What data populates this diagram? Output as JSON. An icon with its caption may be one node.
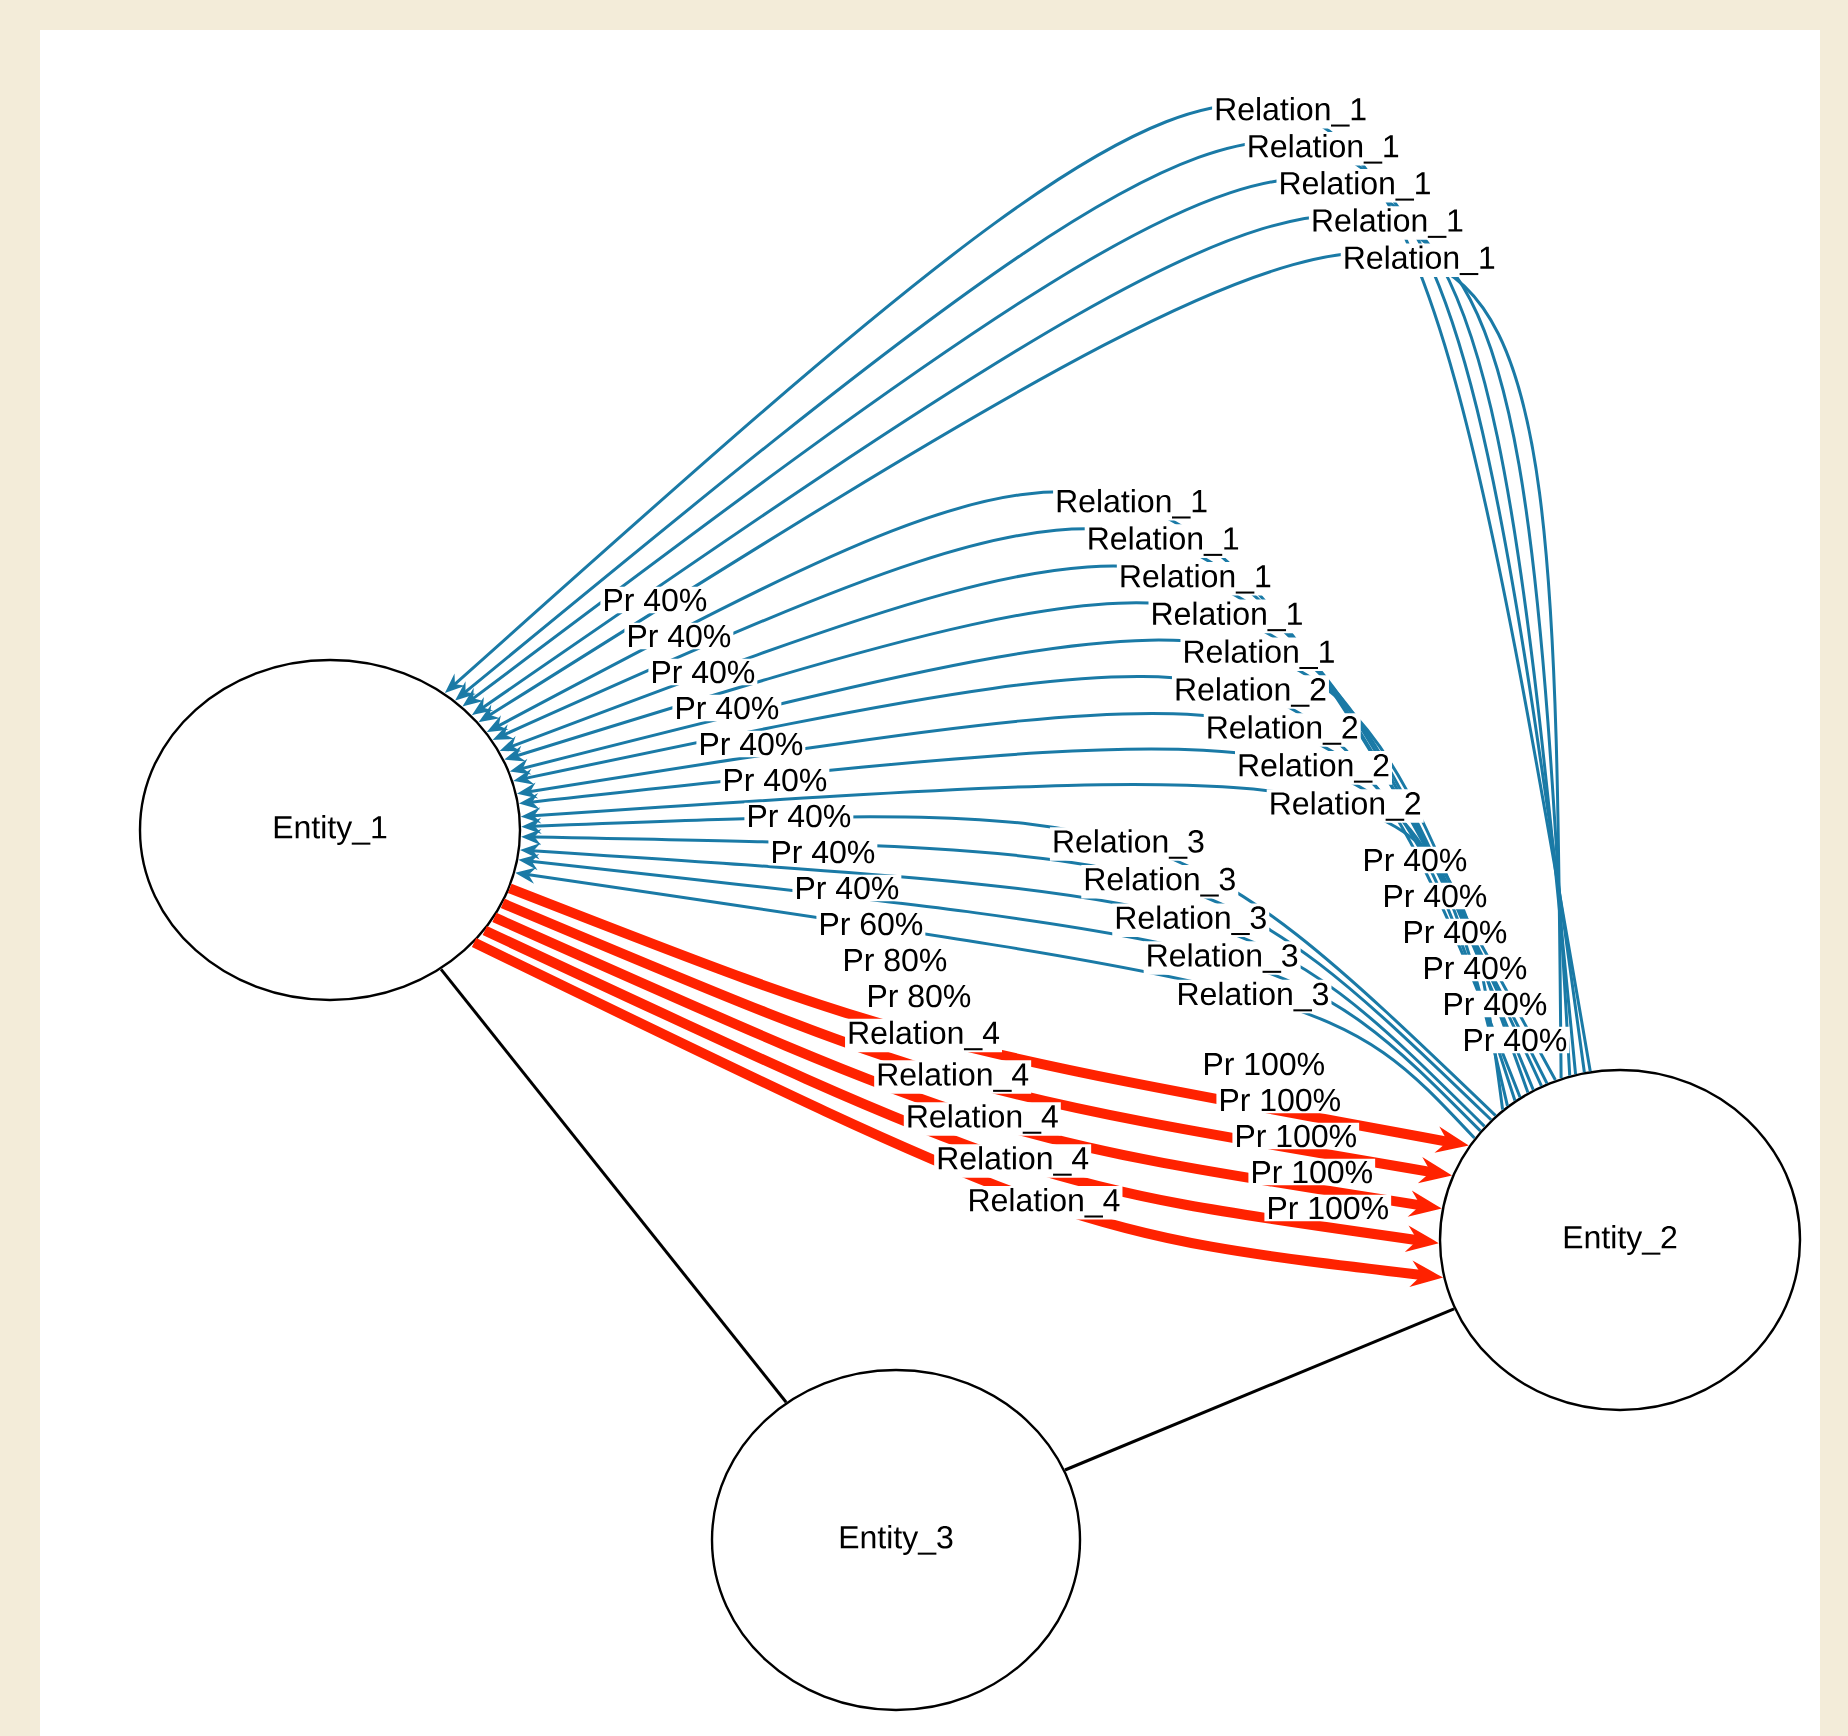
{
  "diagram": {
    "nodes": [
      {
        "text": [
          "Entity_1"
        ]
      },
      {
        "text": [
          "Entity_2"
        ]
      },
      {
        "text": [
          "Entity_3"
        ]
      }
    ],
    "edges": [
      {
        "from": 0,
        "to": 2,
        "arrow": "none",
        "color": "#000000"
      },
      {
        "from": 2,
        "to": 1,
        "arrow": "none",
        "color": "#000000"
      },
      {
        "from": 1,
        "to": 0,
        "arrow": "to",
        "label": "Relation_1"
      },
      {
        "from": 1,
        "to": 0,
        "arrow": "to",
        "label": "Relation_1"
      },
      {
        "from": 1,
        "to": 0,
        "arrow": "to",
        "label": "Relation_1"
      },
      {
        "from": 1,
        "to": 0,
        "arrow": "to",
        "label": "Relation_1"
      },
      {
        "from": 1,
        "to": 0,
        "arrow": "to",
        "label": "Relation_1"
      },
      {
        "from": 1,
        "to": 0,
        "arrow": "to",
        "label": "Relation_1"
      },
      {
        "from": 1,
        "to": 0,
        "arrow": "to",
        "label": "Relation_1"
      },
      {
        "from": 1,
        "to": 0,
        "arrow": "to",
        "label": "Relation_1"
      },
      {
        "from": 1,
        "to": 0,
        "arrow": "to",
        "label": "Relation_1"
      },
      {
        "from": 1,
        "to": 0,
        "arrow": "to",
        "label": "Relation_1"
      },
      {
        "from": 1,
        "to": 0,
        "arrow": "to",
        "label": "Relation_2"
      },
      {
        "from": 1,
        "to": 0,
        "arrow": "to",
        "label": "Relation_2"
      },
      {
        "from": 1,
        "to": 0,
        "arrow": "to",
        "label": "Relation_2"
      },
      {
        "from": 1,
        "to": 0,
        "arrow": "to",
        "label": "Relation_2"
      },
      {
        "from": 1,
        "to": 0,
        "arrow": "to",
        "label": "Relation_3"
      },
      {
        "from": 1,
        "to": 0,
        "arrow": "to",
        "label": "Relation_3"
      },
      {
        "from": 1,
        "to": 0,
        "arrow": "to",
        "label": "Relation_3"
      },
      {
        "from": 1,
        "to": 0,
        "arrow": "to",
        "label": "Relation_3"
      },
      {
        "from": 1,
        "to": 0,
        "arrow": "to",
        "label": "Relation_3"
      },
      {
        "from": 0,
        "to": 1,
        "arrow": "to",
        "label": "Relation_4",
        "style": "thick",
        "color": "#ff2200"
      },
      {
        "from": 0,
        "to": 1,
        "arrow": "to",
        "label": "Relation_4",
        "style": "thick",
        "color": "#ff2200"
      },
      {
        "from": 0,
        "to": 1,
        "arrow": "to",
        "label": "Relation_4",
        "style": "thick",
        "color": "#ff2200"
      },
      {
        "from": 0,
        "to": 1,
        "arrow": "to",
        "label": "Relation_4",
        "style": "thick",
        "color": "#ff2200"
      },
      {
        "from": 0,
        "to": 1,
        "arrow": "to",
        "label": "Relation_4",
        "style": "thick",
        "color": "#ff2200"
      }
    ],
    "labels": [
      "Pr 40%",
      "Pr 40%",
      "Pr 40%",
      "Pr 40%",
      "Pr 40%",
      "Pr 40%",
      "Pr 40%",
      "Pr 40%",
      "Pr 40%",
      "Pr 60%",
      "Pr 80%",
      "Pr 80%",
      "Pr 40%",
      "Pr 40%",
      "Pr 40%",
      "Pr 40%",
      "Pr 40%",
      "Pr 40%",
      "Pr 100%",
      "Pr 100%",
      "Pr 100%",
      "Pr 100%",
      "Pr 100%"
    ]
  }
}
